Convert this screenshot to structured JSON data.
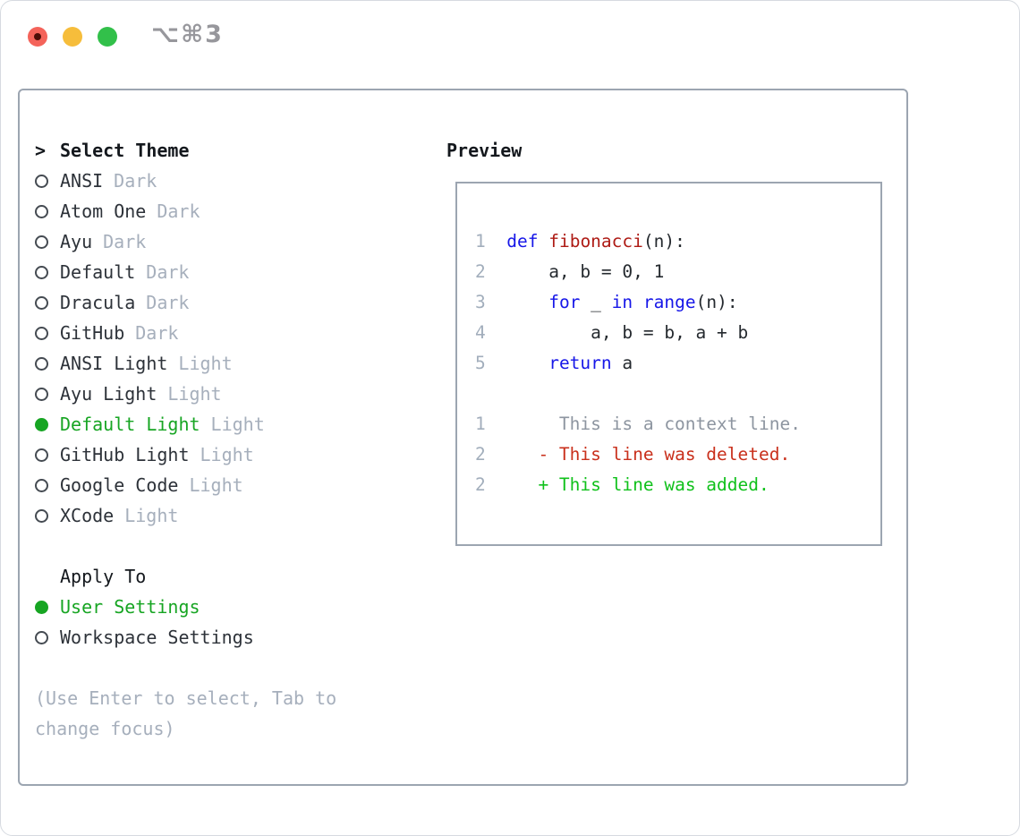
{
  "window": {
    "title": "⌥⌘3",
    "traffic_lights": [
      {
        "name": "close",
        "color": "#f4635a"
      },
      {
        "name": "minimize",
        "color": "#f6bd3b"
      },
      {
        "name": "zoom",
        "color": "#32c04a"
      }
    ]
  },
  "theme_selector": {
    "heading_prefix": ">",
    "heading": "Select Theme",
    "items": [
      {
        "name": "ANSI",
        "variant": "Dark",
        "selected": false
      },
      {
        "name": "Atom One",
        "variant": "Dark",
        "selected": false
      },
      {
        "name": "Ayu",
        "variant": "Dark",
        "selected": false
      },
      {
        "name": "Default",
        "variant": "Dark",
        "selected": false
      },
      {
        "name": "Dracula",
        "variant": "Dark",
        "selected": false
      },
      {
        "name": "GitHub",
        "variant": "Dark",
        "selected": false
      },
      {
        "name": "ANSI Light",
        "variant": "Light",
        "selected": false
      },
      {
        "name": "Ayu Light",
        "variant": "Light",
        "selected": false
      },
      {
        "name": "Default Light",
        "variant": "Light",
        "selected": true
      },
      {
        "name": "GitHub Light",
        "variant": "Light",
        "selected": false
      },
      {
        "name": "Google Code",
        "variant": "Light",
        "selected": false
      },
      {
        "name": "XCode",
        "variant": "Light",
        "selected": false
      }
    ]
  },
  "apply_to": {
    "heading": "Apply To",
    "options": [
      {
        "label": "User Settings",
        "selected": true
      },
      {
        "label": "Workspace Settings",
        "selected": false
      }
    ]
  },
  "hint": "(Use Enter to select, Tab to change focus)",
  "preview": {
    "heading": "Preview",
    "lines": [
      {
        "segments": [
          {
            "style": "lineno",
            "text": "1  "
          },
          {
            "style": "keyword",
            "text": "def"
          },
          {
            "style": "plain",
            "text": " "
          },
          {
            "style": "function",
            "text": "fibonacci"
          },
          {
            "style": "plain",
            "text": "(n):"
          }
        ]
      },
      {
        "segments": [
          {
            "style": "lineno",
            "text": "2  "
          },
          {
            "style": "plain",
            "text": "    a, b = 0, 1"
          }
        ]
      },
      {
        "segments": [
          {
            "style": "lineno",
            "text": "3  "
          },
          {
            "style": "plain",
            "text": "    "
          },
          {
            "style": "keyword",
            "text": "for"
          },
          {
            "style": "plain",
            "text": " _ "
          },
          {
            "style": "keyword",
            "text": "in"
          },
          {
            "style": "plain",
            "text": " "
          },
          {
            "style": "keyword",
            "text": "range"
          },
          {
            "style": "plain",
            "text": "(n):"
          }
        ]
      },
      {
        "segments": [
          {
            "style": "lineno",
            "text": "4  "
          },
          {
            "style": "plain",
            "text": "        a, b = b, a + b"
          }
        ]
      },
      {
        "segments": [
          {
            "style": "lineno",
            "text": "5  "
          },
          {
            "style": "plain",
            "text": "    "
          },
          {
            "style": "keyword",
            "text": "return"
          },
          {
            "style": "plain",
            "text": " a"
          }
        ]
      },
      {
        "segments": []
      },
      {
        "segments": [
          {
            "style": "lineno",
            "text": "1       "
          },
          {
            "style": "context",
            "text": "This is a context line."
          }
        ]
      },
      {
        "segments": [
          {
            "style": "lineno",
            "text": "2     "
          },
          {
            "style": "deleted",
            "text": "- This line was deleted."
          }
        ]
      },
      {
        "segments": [
          {
            "style": "lineno",
            "text": "2     "
          },
          {
            "style": "added",
            "text": "+ This line was added."
          }
        ]
      }
    ]
  },
  "colors": {
    "selected_green": "#17a523",
    "added_green": "#10c11b",
    "deleted_red": "#c9301c",
    "keyword_blue": "#1717e8",
    "function_red": "#ae1b15",
    "dim_gray": "#a6afbc",
    "text_dark": "#2d3239",
    "panel_border": "#9ca5b1"
  }
}
